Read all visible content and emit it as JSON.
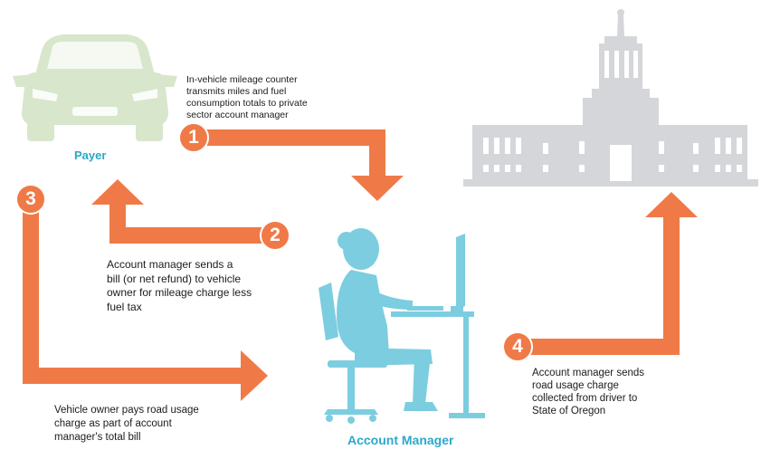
{
  "colors": {
    "arrow": "#f07a47",
    "car": "#d8e6cc",
    "person": "#7ccde0",
    "label": "#2aa9c9",
    "capitol": "#d5d6d9"
  },
  "payer": {
    "label": "Payer",
    "icon": "car-icon"
  },
  "account_manager": {
    "label": "Account Manager",
    "icon": "person-at-computer-icon"
  },
  "capitol": {
    "icon": "state-capitol-icon"
  },
  "steps": [
    {
      "number": "1",
      "text_lines": [
        "In-vehicle mileage counter",
        "transmits miles and fuel",
        "consumption totals to private",
        "sector account manager"
      ]
    },
    {
      "number": "2",
      "text_lines": [
        "Account manager sends a",
        "bill (or net refund) to vehicle",
        "owner for mileage charge less",
        "fuel tax"
      ]
    },
    {
      "number": "3",
      "text_lines": [
        "Vehicle owner pays road usage",
        "charge as part of account",
        "manager's total bill"
      ]
    },
    {
      "number": "4",
      "text_lines": [
        "Account manager sends",
        "road usage charge",
        "collected from driver to",
        "State of Oregon"
      ]
    }
  ]
}
